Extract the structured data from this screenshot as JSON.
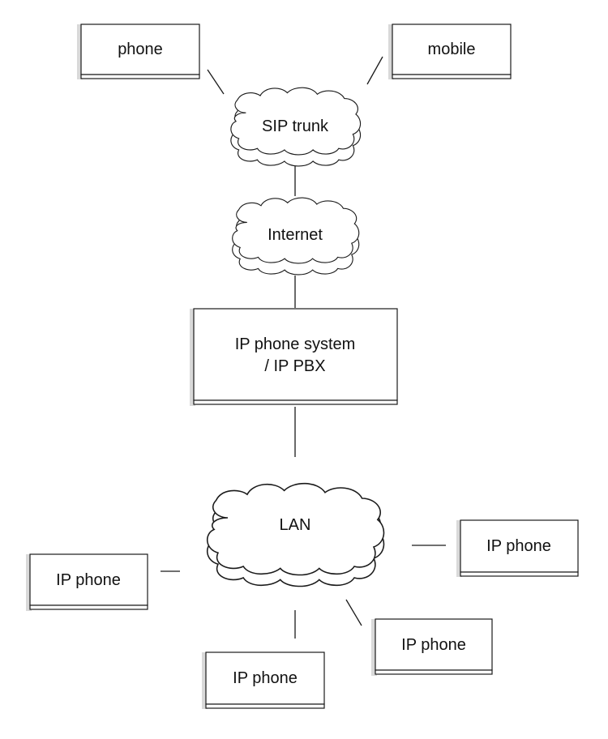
{
  "nodes": {
    "phone": "phone",
    "mobile": "mobile",
    "sip_trunk": "SIP trunk",
    "internet": "Internet",
    "pbx_line1": "IP phone system",
    "pbx_line2": "/ IP PBX",
    "lan": "LAN",
    "ip_phone_right": "IP phone",
    "ip_phone_left": "IP phone",
    "ip_phone_bottom_right": "IP phone",
    "ip_phone_bottom": "IP phone"
  }
}
